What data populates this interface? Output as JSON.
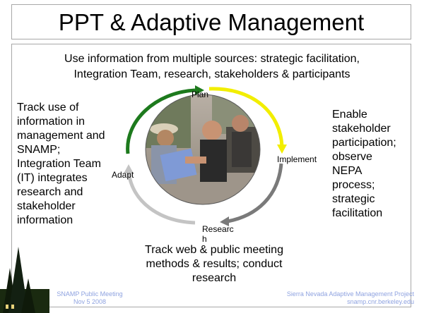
{
  "slide": {
    "title": "PPT & Adaptive Management",
    "intro": "Use information from multiple sources: strategic facilitation, Integration Team, research, stakeholders & participants",
    "left_text": "Track use of information in management and SNAMP; Integration Team (IT) integrates research and stakeholder information",
    "right_text": "Enable stakeholder participation; observe NEPA process; strategic facilitation",
    "bottom_text": "Track web & public meeting methods & results; conduct research"
  },
  "cycle": {
    "labels": {
      "plan": "Plan",
      "implement": "Implement",
      "research": "Researc h",
      "adapt": "Adapt"
    },
    "colors": {
      "plan_arrow": "#1d7a1d",
      "implement_arrow": "#f2ee00",
      "research_arrow": "#7a7a7a",
      "adapt_arrow": "#c4c4c4"
    }
  },
  "footer": {
    "left_line1": "SNAMP Public Meeting",
    "left_line2": "Nov 5 2008",
    "right_line1": "Sierra Nevada Adaptive Management Project",
    "right_line2": "snamp.cnr.berkeley.edu"
  },
  "colors": {
    "footer_text": "#8fa3e0",
    "frame_border": "#a8a8a8"
  }
}
